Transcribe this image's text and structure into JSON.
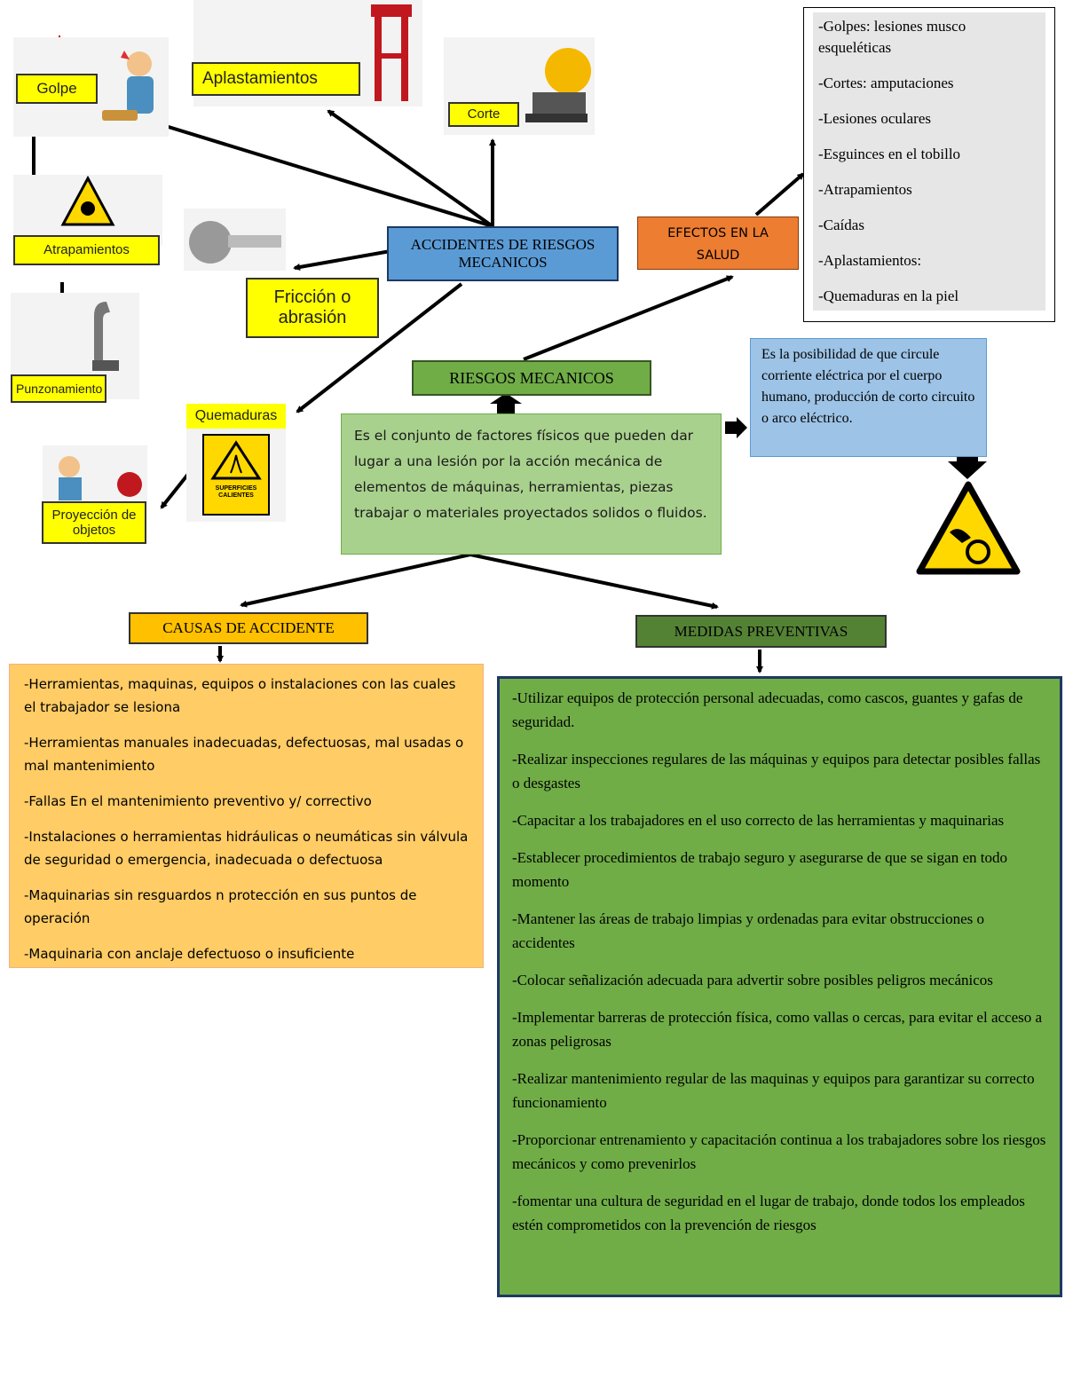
{
  "center": {
    "title": "ACCIDENTES DE RIESGOS MECANICOS"
  },
  "hazards": {
    "golpe": "Golpe",
    "aplastamientos": "Aplastamientos",
    "corte": "Corte",
    "atrapamientos": "Atrapamientos",
    "punzonamiento": "Punzonamiento",
    "friccion": "Fricción o abrasión",
    "quemaduras": "Quemaduras",
    "proyeccion": "Proyección de objetos",
    "hot_sign": "SUPERFICIES CALIENTES"
  },
  "riesgos": {
    "title": "RIESGOS MECANICOS",
    "definition": "Es el conjunto de factores físicos que pueden dar lugar a una lesión por la acción mecánica de elementos de máquinas, herramientas, piezas trabajar o materiales proyectados solidos o fluidos."
  },
  "electrico": {
    "text": "Es la posibilidad de que circule corriente eléctrica por el cuerpo humano, producción de corto circuito o arco eléctrico."
  },
  "efectos": {
    "title": "EFECTOS EN LA SALUD",
    "items": [
      "-Golpes: lesiones musco esqueléticas",
      "-Cortes: amputaciones",
      "-Lesiones oculares",
      "-Esguinces en el tobillo",
      "-Atrapamientos",
      "-Caídas",
      "-Aplastamientos:",
      "-Quemaduras en la piel"
    ]
  },
  "causas": {
    "title": "CAUSAS DE ACCIDENTE",
    "items": [
      "-Herramientas, maquinas, equipos o instalaciones con las cuales el trabajador se lesiona",
      "-Herramientas manuales inadecuadas, defectuosas, mal usadas o mal mantenimiento",
      "-Fallas En el mantenimiento preventivo y/ correctivo",
      "-Instalaciones o herramientas hidráulicas o neumáticas sin válvula de seguridad o emergencia, inadecuada o defectuosa",
      "-Maquinarias sin resguardos n protección en sus puntos de operación",
      "-Maquinaria con anclaje defectuoso o insuficiente"
    ]
  },
  "medidas": {
    "title": "MEDIDAS PREVENTIVAS",
    "items": [
      "-Utilizar equipos de protección personal adecuadas, como cascos, guantes y gafas de seguridad.",
      "-Realizar inspecciones regulares de las máquinas y equipos para detectar posibles fallas o desgastes",
      "-Capacitar a los trabajadores en el uso correcto de las herramientas y maquinarias",
      "-Establecer procedimientos de trabajo seguro y asegurarse de que se sigan en todo momento",
      "-Mantener las áreas de trabajo limpias y ordenadas para evitar obstrucciones o accidentes",
      "-Colocar señalización adecuada para advertir sobre posibles peligros mecánicos",
      "-Implementar barreras de protección física, como vallas o cercas, para evitar el acceso a zonas peligrosas",
      "-Realizar mantenimiento regular de las maquinas y equipos para garantizar su correcto funcionamiento",
      "-Proporcionar entrenamiento y capacitación continua a los trabajadores sobre los riesgos mecánicos y como prevenirlos",
      "-fomentar una cultura de seguridad en el lugar de trabajo, donde todos los empleados estén comprometidos con la prevención de riesgos"
    ]
  },
  "colors": {
    "center_blue": "#5b9bd5",
    "green_title": "#70ad47",
    "definition_green": "#a9d18e",
    "orange": "#ed7d31",
    "gold": "#ffc000",
    "causas_box": "#ffcc66",
    "medidas_box": "#70ad47",
    "hazard_yellow": "#ffff00"
  }
}
